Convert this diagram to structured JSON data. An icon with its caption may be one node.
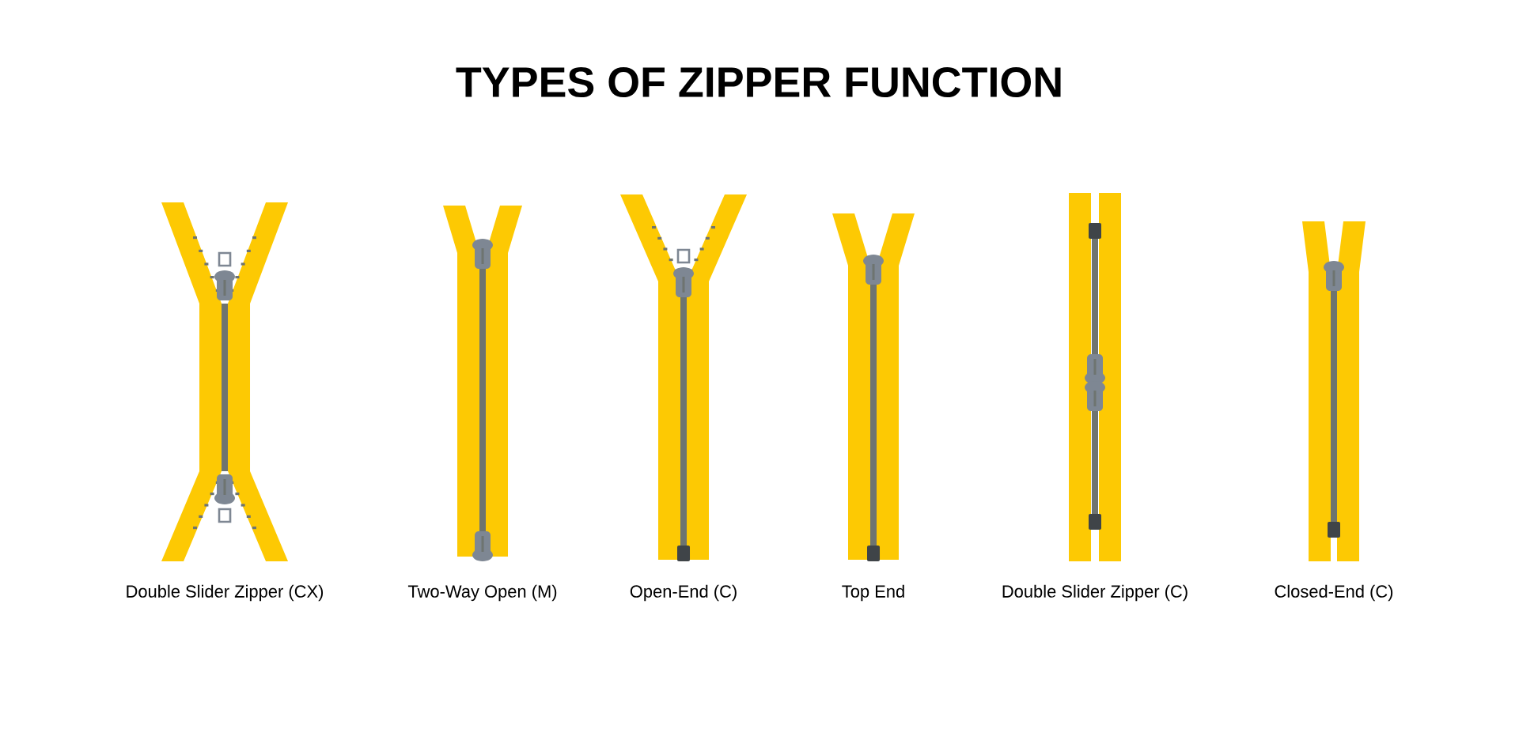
{
  "diagram": {
    "title": "TYPES OF ZIPPER FUNCTION",
    "labels": [
      "Double Slider Zipper (CX)",
      "Two-Way Open (M)",
      "Open-End (C)",
      "Top End",
      "Double Slider Zipper (C)",
      "Closed-End (C)"
    ]
  }
}
